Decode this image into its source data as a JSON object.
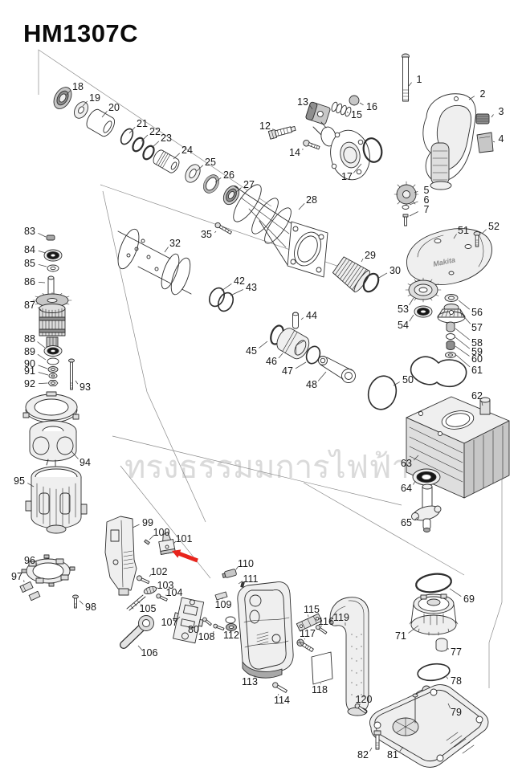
{
  "page": {
    "title": "HM1307C",
    "watermark": "ทรงธรรมมการไฟฟ้า",
    "logo_text": "Makita",
    "arrow_color": "#e8241c",
    "highlighted_part": "101",
    "parts": [
      [
        "1",
        522,
        99,
        509,
        107
      ],
      [
        "2",
        601,
        117,
        584,
        124
      ],
      [
        "3",
        624,
        139,
        612,
        146
      ],
      [
        "4",
        624,
        173,
        616,
        177
      ],
      [
        "5",
        531,
        237,
        516,
        240
      ],
      [
        "6",
        531,
        249,
        510,
        255
      ],
      [
        "7",
        531,
        261,
        510,
        269
      ],
      [
        "12",
        330,
        157,
        340,
        162
      ],
      [
        "13",
        377,
        127,
        389,
        136
      ],
      [
        "14",
        367,
        190,
        377,
        185
      ],
      [
        "15",
        444,
        143,
        432,
        139
      ],
      [
        "16",
        463,
        133,
        448,
        128
      ],
      [
        "17",
        432,
        220,
        450,
        204
      ],
      [
        "18",
        97,
        108,
        82,
        119
      ],
      [
        "19",
        118,
        122,
        103,
        132
      ],
      [
        "20",
        142,
        134,
        127,
        146
      ],
      [
        "21",
        177,
        154,
        161,
        166
      ],
      [
        "22",
        193,
        164,
        176,
        176
      ],
      [
        "23",
        207,
        172,
        189,
        184
      ],
      [
        "24",
        233,
        187,
        216,
        198
      ],
      [
        "25",
        262,
        202,
        245,
        213
      ],
      [
        "26",
        285,
        218,
        268,
        227
      ],
      [
        "27",
        310,
        230,
        293,
        240
      ],
      [
        "28",
        388,
        249,
        372,
        261
      ],
      [
        "29",
        461,
        318,
        450,
        326
      ],
      [
        "30",
        492,
        337,
        470,
        347
      ],
      [
        "32",
        218,
        303,
        205,
        314
      ],
      [
        "35",
        257,
        292,
        269,
        288
      ],
      [
        "42",
        298,
        350,
        276,
        362
      ],
      [
        "43",
        313,
        358,
        287,
        368
      ],
      [
        "44",
        388,
        393,
        375,
        398
      ],
      [
        "45",
        313,
        437,
        333,
        425
      ],
      [
        "46",
        338,
        450,
        352,
        440
      ],
      [
        "47",
        358,
        462,
        381,
        451
      ],
      [
        "48",
        388,
        479,
        406,
        463
      ],
      [
        "50",
        508,
        473,
        490,
        480
      ],
      [
        "51",
        577,
        287,
        565,
        297
      ],
      [
        "52",
        615,
        282,
        600,
        291
      ],
      [
        "53",
        502,
        385,
        515,
        371
      ],
      [
        "54",
        502,
        405,
        515,
        392
      ],
      [
        "56",
        594,
        389,
        571,
        374
      ],
      [
        "57",
        594,
        408,
        575,
        391
      ],
      [
        "58",
        594,
        427,
        567,
        409
      ],
      [
        "59",
        594,
        438,
        567,
        420
      ],
      [
        "60",
        594,
        447,
        567,
        431
      ],
      [
        "61",
        594,
        461,
        568,
        442
      ],
      [
        "62",
        594,
        493,
        601,
        505
      ],
      [
        "63",
        506,
        577,
        521,
        567
      ],
      [
        "64",
        506,
        608,
        517,
        599
      ],
      [
        "65",
        506,
        651,
        520,
        644
      ],
      [
        "69",
        584,
        746,
        560,
        733
      ],
      [
        "71",
        499,
        792,
        521,
        779
      ],
      [
        "77",
        568,
        812,
        558,
        807
      ],
      [
        "78",
        568,
        848,
        556,
        843
      ],
      [
        "79",
        568,
        887,
        558,
        876
      ],
      [
        "80",
        241,
        784,
        252,
        778
      ],
      [
        "81",
        489,
        940,
        502,
        930
      ],
      [
        "82",
        452,
        940,
        463,
        931
      ],
      [
        "83",
        37,
        288,
        57,
        295
      ],
      [
        "84",
        37,
        311,
        57,
        315
      ],
      [
        "85",
        37,
        328,
        58,
        332
      ],
      [
        "86",
        37,
        351,
        56,
        352
      ],
      [
        "87",
        37,
        380,
        51,
        386
      ],
      [
        "88",
        37,
        422,
        56,
        433
      ],
      [
        "89",
        37,
        438,
        57,
        448
      ],
      [
        "90",
        37,
        453,
        59,
        459
      ],
      [
        "91",
        37,
        462,
        60,
        467
      ],
      [
        "92",
        37,
        478,
        59,
        477
      ],
      [
        "93",
        106,
        482,
        94,
        474
      ],
      [
        "94",
        106,
        576,
        89,
        562
      ],
      [
        "95",
        24,
        599,
        42,
        606
      ],
      [
        "96",
        37,
        698,
        45,
        703
      ],
      [
        "97",
        21,
        718,
        30,
        725
      ],
      [
        "98",
        113,
        756,
        99,
        748
      ],
      [
        "99",
        184,
        651,
        165,
        657
      ],
      [
        "100",
        201,
        663,
        186,
        672
      ],
      [
        "101",
        229,
        671,
        216,
        677
      ],
      [
        "102",
        198,
        712,
        186,
        718
      ],
      [
        "103",
        206,
        729,
        195,
        733
      ],
      [
        "104",
        217,
        738,
        207,
        742
      ],
      [
        "105",
        184,
        758,
        176,
        752
      ],
      [
        "106",
        186,
        813,
        172,
        804
      ],
      [
        "107",
        211,
        775,
        224,
        768
      ],
      [
        "108",
        257,
        793,
        266,
        786
      ],
      [
        "109",
        278,
        753,
        277,
        744
      ],
      [
        "110",
        306,
        702,
        294,
        709
      ],
      [
        "111",
        312,
        721,
        297,
        727
      ],
      [
        "112",
        288,
        791,
        288,
        784
      ],
      [
        "113",
        311,
        849,
        317,
        841
      ],
      [
        "114",
        351,
        872,
        347,
        864
      ],
      [
        "115",
        388,
        759,
        384,
        768
      ],
      [
        "116",
        406,
        774,
        401,
        780
      ],
      [
        "117",
        383,
        789,
        380,
        796
      ],
      [
        "118",
        398,
        859,
        399,
        851
      ],
      [
        "119",
        425,
        769,
        430,
        779
      ],
      [
        "120",
        453,
        871,
        449,
        877
      ]
    ]
  }
}
